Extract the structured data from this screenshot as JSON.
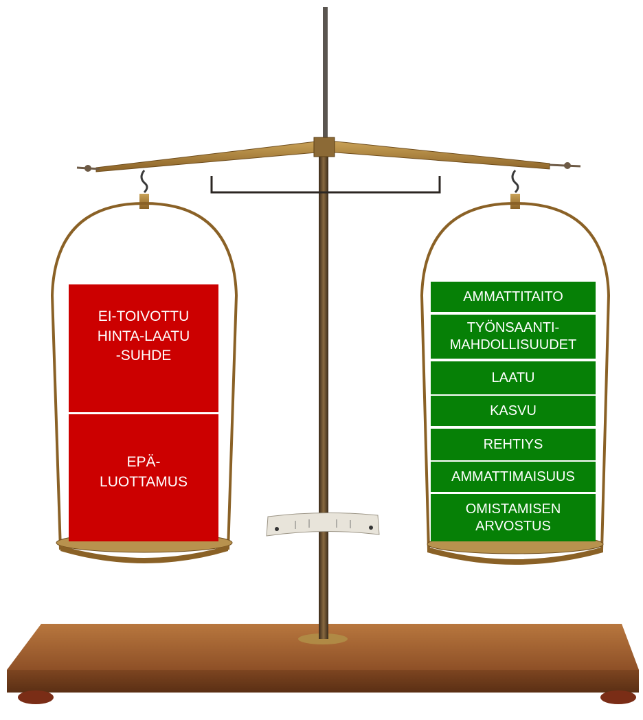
{
  "colors": {
    "negative": "#cc0000",
    "positive": "#068006",
    "text": "#ffffff",
    "wood": "#9a5a2a",
    "brass": "#a57d3c"
  },
  "left_pan": {
    "items": [
      "EI-TOIVOTTU\nHINTA-LAATU\n-SUHDE",
      "EPÄ-\nLUOTTAMUS"
    ]
  },
  "right_pan": {
    "items": [
      "AMMATTITAITO",
      "TYÖNSAANTI-\nMAHDOLLISUUDET",
      "LAATU",
      "KASVU",
      "REHTIYS",
      "AMMATTIMAISUUS",
      "OMISTAMISEN\nARVOSTUS"
    ]
  }
}
